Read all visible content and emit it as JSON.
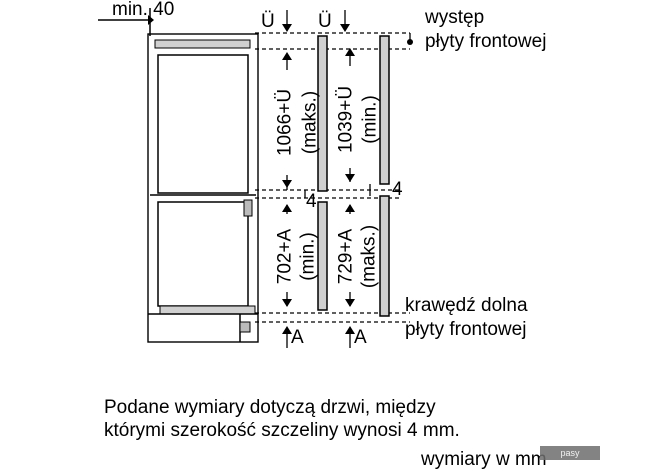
{
  "labels": {
    "min_gap": "min. 40",
    "top_margin_left": "Ü",
    "top_margin_right": "Ü",
    "projection_line1": "występ",
    "projection_line2": "płyty frontowej",
    "upper_max_value": "1066+Ü",
    "upper_max_note": "(maks.)",
    "upper_min_value": "1039+Ü",
    "upper_min_note": "(min.)",
    "gap_left": "4",
    "gap_right": "4",
    "lower_min_value": "702+A",
    "lower_min_note": "(min.)",
    "lower_max_value": "729+A",
    "lower_max_note": "(maks.)",
    "bottom_edge_line1": "krawędź dolna",
    "bottom_edge_line2": "płyty frontowej",
    "bottom_margin_left": "A",
    "bottom_margin_right": "A"
  },
  "note": {
    "line1": "Podane wymiary dotyczą drzwi, między",
    "line2": "którymi szerokość szczeliny wynosi 4 mm.",
    "units": "wymiary w mm"
  },
  "watermark": "pasy"
}
